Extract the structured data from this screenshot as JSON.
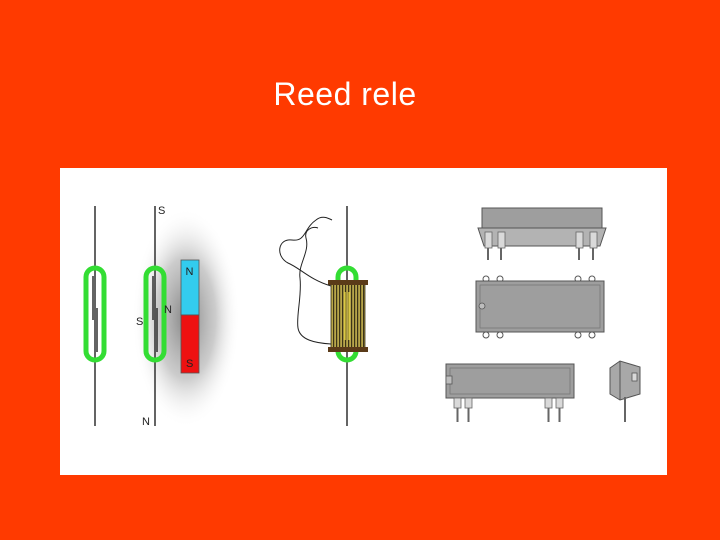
{
  "slide": {
    "title": "Reed rele"
  },
  "diagram": {
    "magnet_labels": {
      "top_pole": "N",
      "bottom_pole": "S"
    },
    "wire_labels": {
      "top": "S",
      "middle_left": "S",
      "middle_right": "N",
      "bottom": "N"
    }
  },
  "colors": {
    "background": "#ff3a00",
    "reed_glass": "#33dd33",
    "magnet_north": "#33ccee",
    "magnet_south": "#ee1111",
    "package": "#999999"
  }
}
